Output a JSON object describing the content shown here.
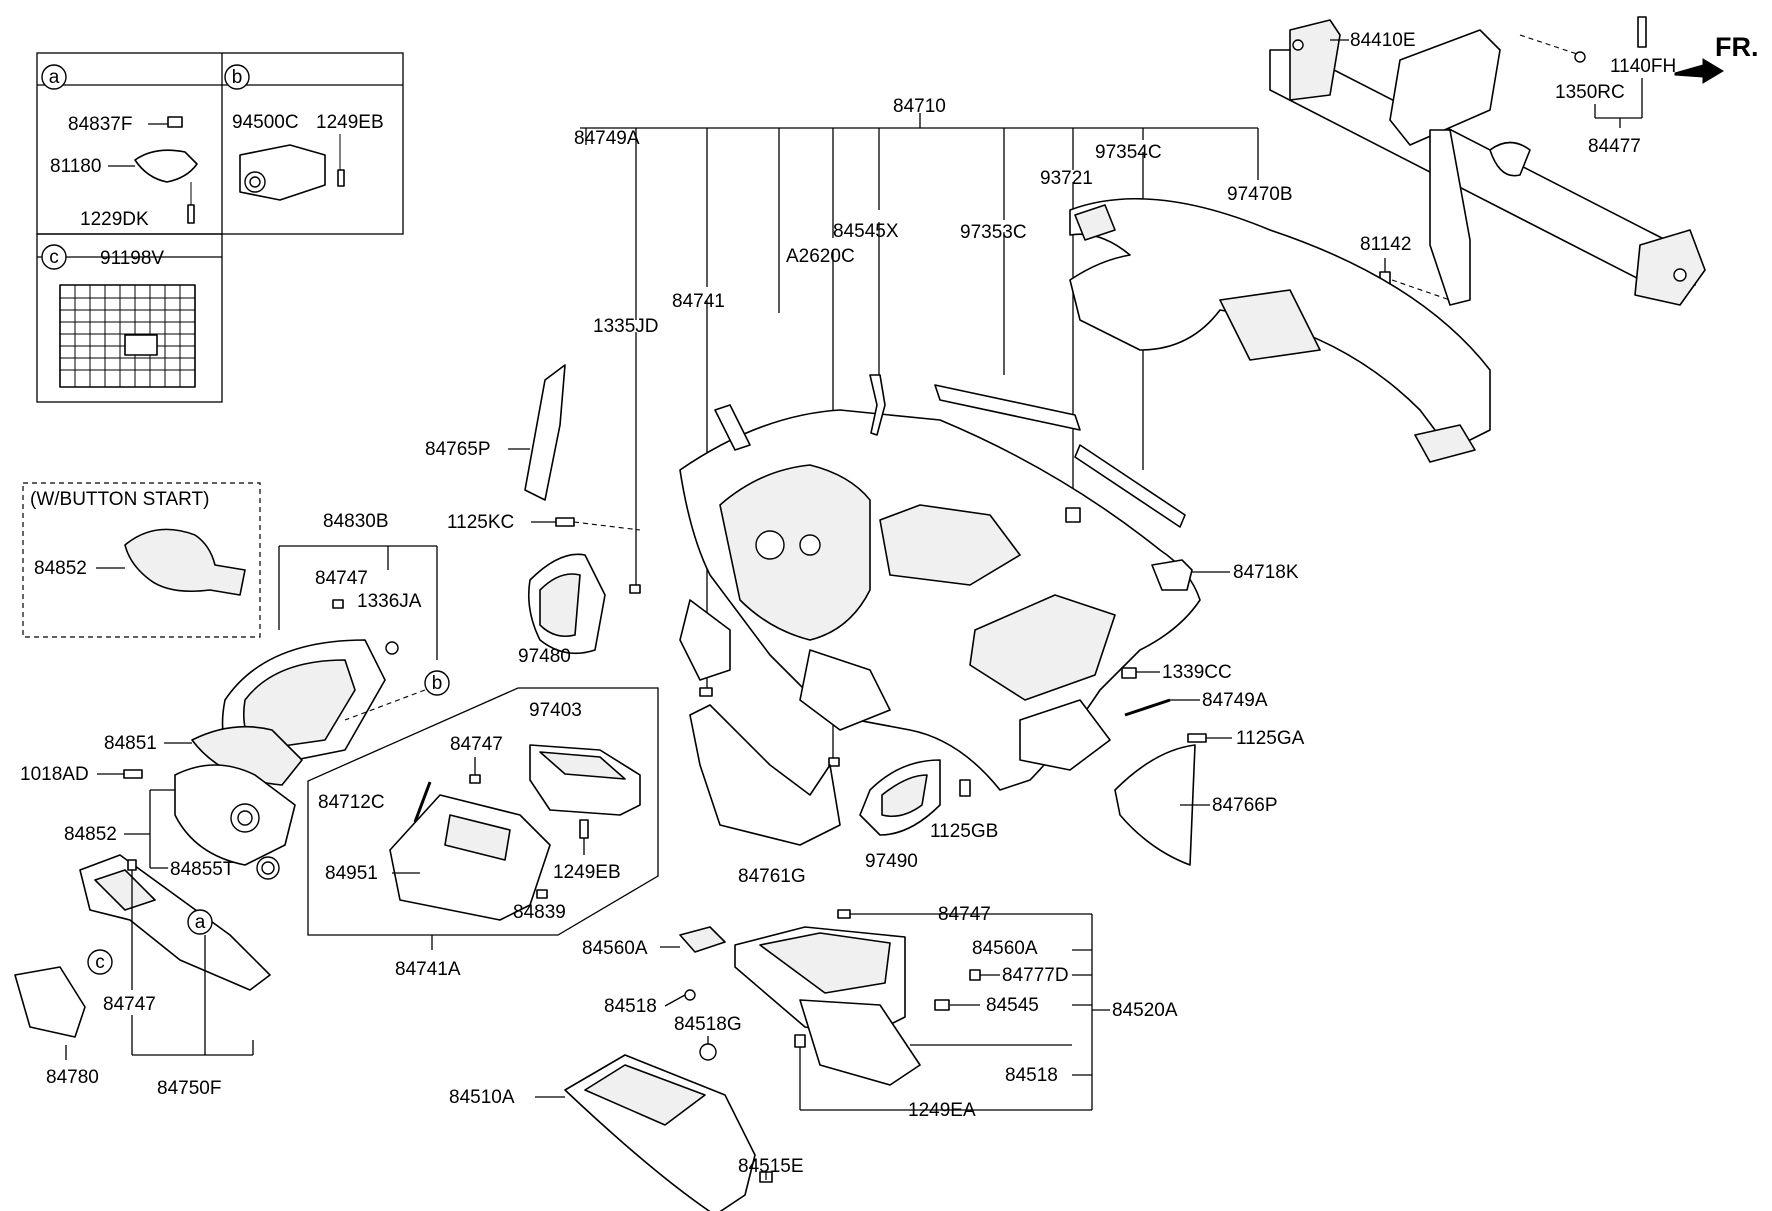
{
  "diagram": {
    "inset_refs": {
      "a": "a",
      "b": "b",
      "c": "c"
    },
    "inset_a": {
      "p1": "84837F",
      "p2": "81180",
      "p3": "1229DK"
    },
    "inset_b": {
      "p1": "94500C",
      "p2": "1249EB"
    },
    "inset_c": {
      "p1": "91198V"
    },
    "button_start": {
      "title": "(W/BUTTON START)",
      "part": "84852"
    },
    "fr_label": "FR.",
    "labels": {
      "l84710": "84710",
      "l84749A_top": "84749A",
      "l1335JD": "1335JD",
      "l84741": "84741",
      "lA2620C": "A2620C",
      "l84545X": "84545X",
      "l97353C": "97353C",
      "l93721": "93721",
      "l97354C": "97354C",
      "l97470B": "97470B",
      "l84410E": "84410E",
      "l1140FH": "1140FH",
      "l1350RC": "1350RC",
      "l84477": "84477",
      "l81142": "81142",
      "l84765P": "84765P",
      "l1125KC": "1125KC",
      "l84830B": "84830B",
      "l84747_a": "84747",
      "l1336JA": "1336JA",
      "l97480": "97480",
      "l84718K": "84718K",
      "l1339CC": "1339CC",
      "l84749A_r": "84749A",
      "l1125GA": "1125GA",
      "l84766P": "84766P",
      "l1125GB": "1125GB",
      "l97490": "97490",
      "l84761G": "84761G",
      "l97403": "97403",
      "l84747_b": "84747",
      "l84712C": "84712C",
      "l84951": "84951",
      "l1249EB": "1249EB",
      "l84839": "84839",
      "l84741A": "84741A",
      "l84851": "84851",
      "l1018AD": "1018AD",
      "l84852": "84852",
      "l84855T": "84855T",
      "l84747_c": "84747",
      "l84780": "84780",
      "l84750F": "84750F",
      "l84747_d": "84747",
      "l84560A_r": "84560A",
      "l84560A_l": "84560A",
      "l84777D": "84777D",
      "l84518_l": "84518",
      "l84545": "84545",
      "l84520A": "84520A",
      "l84518G": "84518G",
      "l84518_r": "84518",
      "l84510A": "84510A",
      "l1249EA": "1249EA",
      "l84515E": "84515E"
    }
  }
}
